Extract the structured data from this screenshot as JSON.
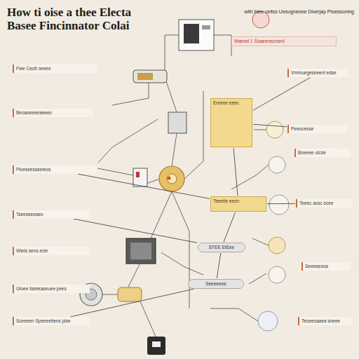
{
  "diagram": {
    "title": "How ti oise a thee Electa Basee Fincinnator Colai",
    "nodes": [
      {
        "text": [
          "Maenel 1 Soaeenecrsenl"
        ]
      },
      {
        "text": [
          "Fiee Cectt oeeee"
        ]
      },
      {
        "text": [
          "Vmmuegeseeenl edse"
        ]
      },
      {
        "text": [
          "Ereeee eeec"
        ]
      },
      {
        "text": [
          "Beoaseeeeaeeeo"
        ]
      },
      {
        "text": [
          "Peeocesse"
        ]
      },
      {
        "text": [
          "Boeeee ulcde"
        ]
      },
      {
        "text": [
          "Ploeseesseeteos"
        ]
      },
      {
        "text": [
          "Teeetie eecn"
        ]
      },
      {
        "text": [
          "Teeec acsc ocee"
        ]
      },
      {
        "text": [
          "Tseeseeeaeo"
        ]
      },
      {
        "text": [
          "STEE EtEee"
        ]
      },
      {
        "text": [
          "Wlels sens ecle"
        ]
      },
      {
        "text": [
          "Seeeeesoa"
        ]
      },
      {
        "text": [
          "Seeeeeoe"
        ]
      },
      {
        "text": [
          "Gloee bseieaseuee pees"
        ]
      },
      {
        "text": [
          "Sceeeen Speeeetiens plse"
        ]
      },
      {
        "text": [
          "Teoeesaaea sneee"
        ]
      }
    ],
    "edges": [
      {
        "from": 2,
        "to": 3,
        "arrow": "none"
      },
      {
        "from": 5,
        "to": 3,
        "arrow": "none"
      },
      {
        "from": 3,
        "to": 8,
        "arrow": "none"
      },
      {
        "from": 7,
        "to": 8,
        "arrow": "none"
      },
      {
        "from": 9,
        "to": 8,
        "arrow": "none"
      },
      {
        "from": 8,
        "to": 11,
        "arrow": "none"
      },
      {
        "from": 10,
        "to": 11,
        "arrow": "none"
      },
      {
        "from": 11,
        "to": 14,
        "arrow": "none"
      },
      {
        "from": 16,
        "to": 14,
        "arrow": "none"
      }
    ],
    "labels": [
      "with blee ceitss Uesugnenee Diverjap Ploessoning"
    ]
  }
}
